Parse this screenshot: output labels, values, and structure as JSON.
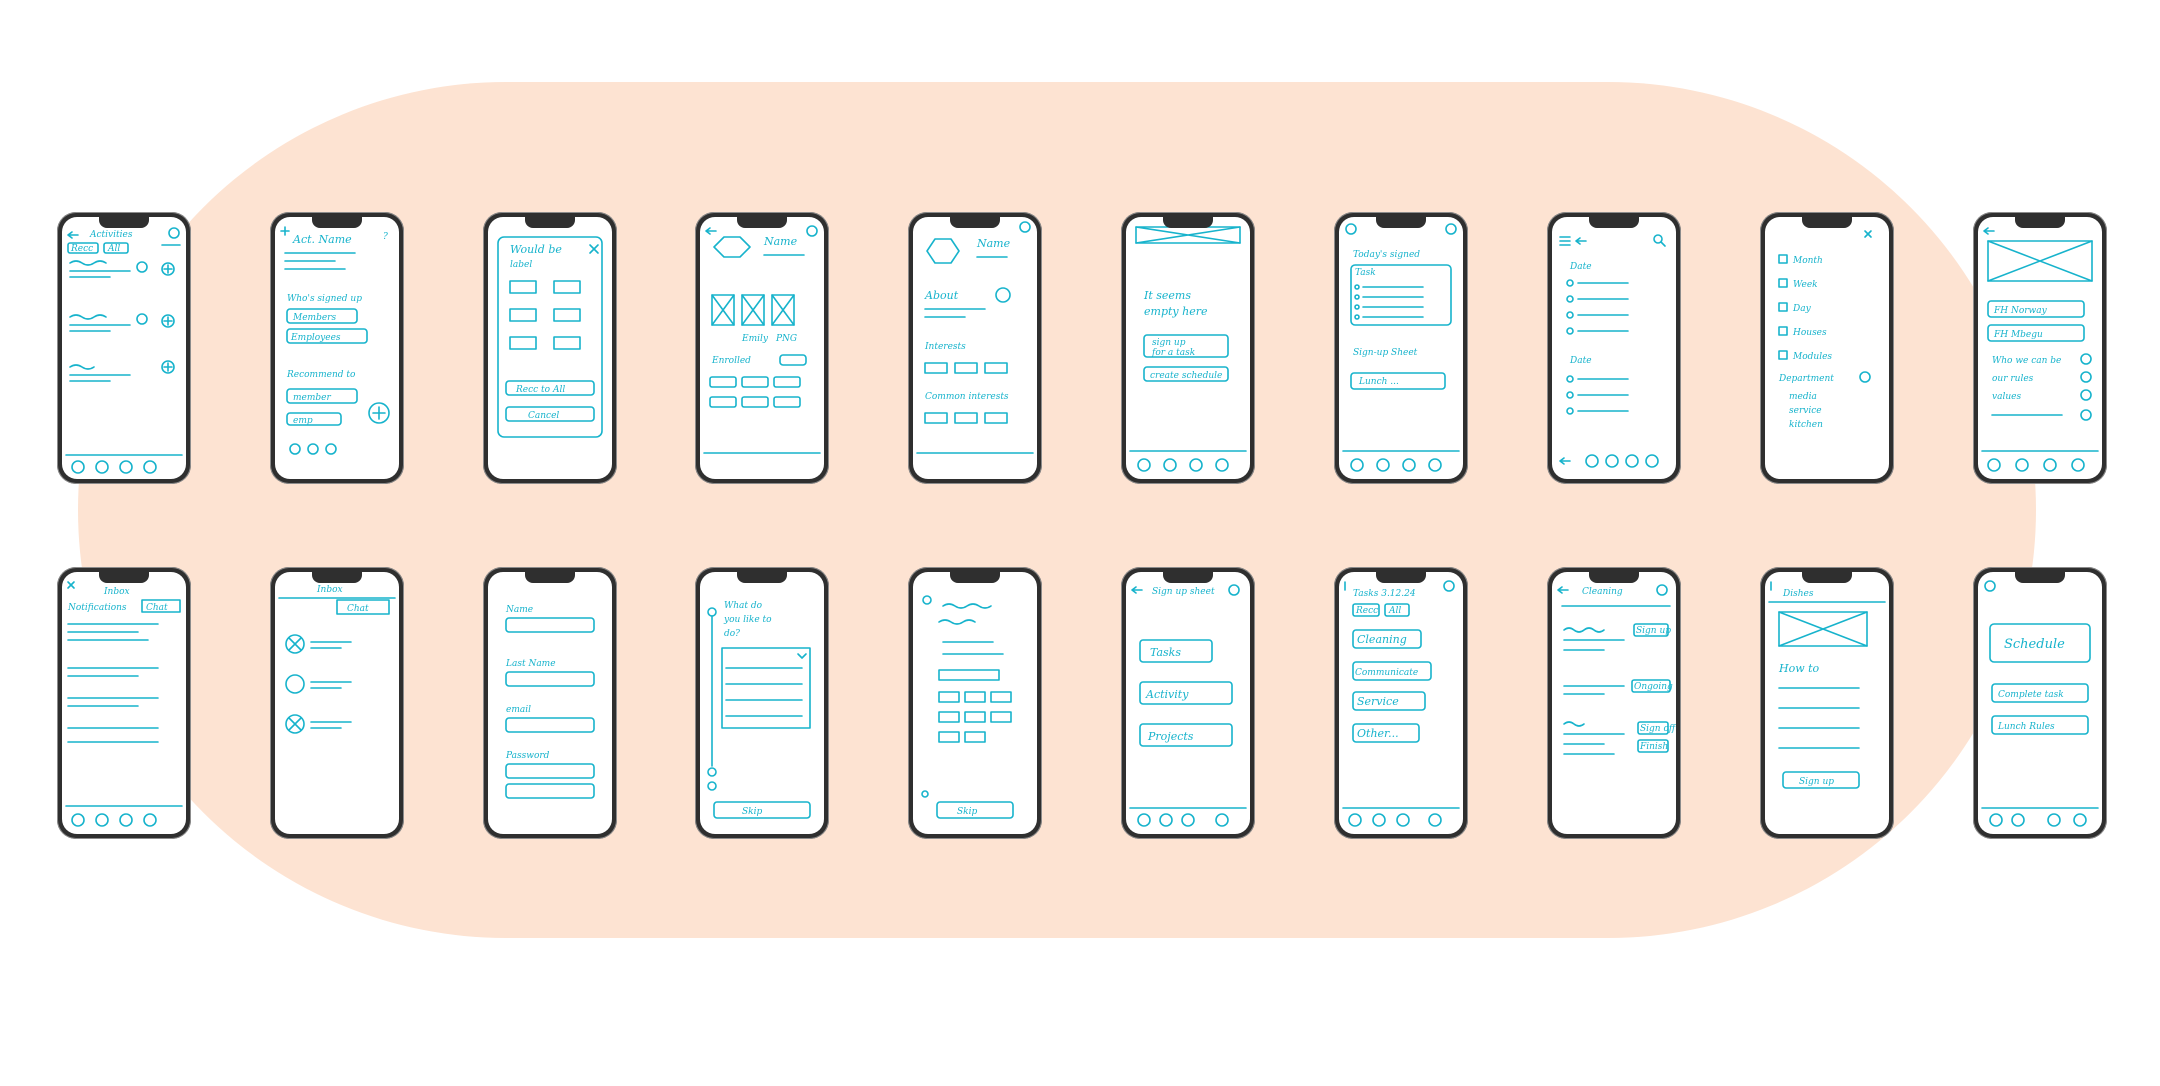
{
  "colors": {
    "background_blob": "#fde3d2",
    "sketch_ink": "#17b3cc",
    "phone_frame": "#2f2f2f"
  },
  "rows": [
    {
      "screens": [
        {
          "id": "activities",
          "texts": [
            "Activities",
            "Recc",
            "All"
          ]
        },
        {
          "id": "act-name",
          "texts": [
            "Act. Name",
            "Who's signed up",
            "Members",
            "Employees",
            "Recommend to",
            "member",
            "emp"
          ]
        },
        {
          "id": "recommend-dialog",
          "texts": [
            "Would be",
            "label",
            "Recc to All",
            "Cancel"
          ]
        },
        {
          "id": "name-profile-grid",
          "texts": [
            "Name",
            "Emily",
            "PNG",
            "Enrolled"
          ]
        },
        {
          "id": "name-about",
          "texts": [
            "Name",
            "About",
            "Interests",
            "Common interests"
          ]
        },
        {
          "id": "empty-state",
          "texts": [
            "It seems",
            "empty here",
            "sign up",
            "for a task",
            "create schedule"
          ]
        },
        {
          "id": "todays-signed",
          "texts": [
            "Today's signed",
            "Task",
            "Sign-up Sheet",
            "Lunch ..."
          ]
        },
        {
          "id": "filters-date",
          "texts": [
            "Date",
            "Date"
          ]
        },
        {
          "id": "filter-options",
          "texts": [
            "Month",
            "Week",
            "Day",
            "Houses",
            "Modules",
            "Department",
            "media",
            "service",
            "kitchen"
          ]
        },
        {
          "id": "houses-list",
          "texts": [
            "FH Norway",
            "FH Mbegu",
            "Who we can be",
            "our rules",
            "values"
          ]
        }
      ]
    },
    {
      "screens": [
        {
          "id": "inbox",
          "texts": [
            "Inbox",
            "Notifications",
            "Chat"
          ]
        },
        {
          "id": "inbox-chat",
          "texts": [
            "Inbox",
            "Chat"
          ]
        },
        {
          "id": "signup-form",
          "texts": [
            "Name",
            "Last Name",
            "email",
            "Password"
          ]
        },
        {
          "id": "onboarding-question",
          "texts": [
            "What do",
            "you like to",
            "do?",
            "Skip"
          ]
        },
        {
          "id": "onboarding-choices",
          "texts": [
            "Skip"
          ]
        },
        {
          "id": "signup-sheet-menu",
          "texts": [
            "Sign up sheet",
            "Tasks",
            "Activity",
            "Projects"
          ]
        },
        {
          "id": "tasks-date",
          "texts": [
            "Tasks 3.12.24",
            "Recc",
            "All",
            "Cleaning",
            "Communicate",
            "Service",
            "Other..."
          ]
        },
        {
          "id": "cleaning-list",
          "texts": [
            "Cleaning",
            "Sign up",
            "Ongoing",
            "Sign off",
            "Finish"
          ]
        },
        {
          "id": "dishes-how-to",
          "texts": [
            "Dishes",
            "How to",
            "Sign up"
          ]
        },
        {
          "id": "schedule-home",
          "texts": [
            "Schedule",
            "Complete task",
            "Lunch Rules"
          ]
        }
      ]
    }
  ]
}
